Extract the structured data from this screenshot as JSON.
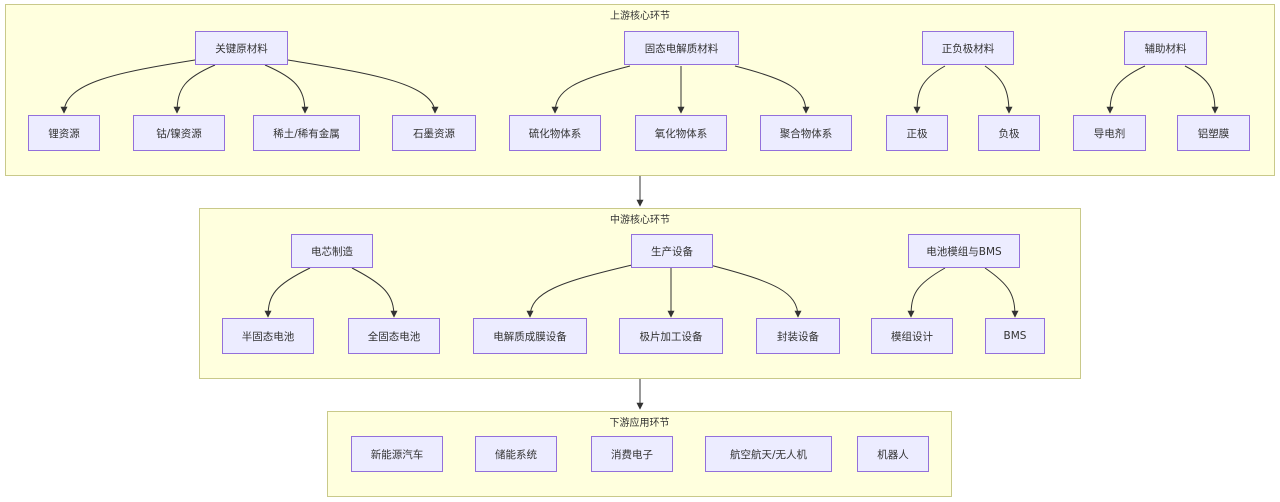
{
  "upstream": {
    "title": "上游核心环节",
    "groups": {
      "raw": {
        "label": "关键原材料",
        "children": [
          "锂资源",
          "钴/镍资源",
          "稀土/稀有金属",
          "石墨资源"
        ]
      },
      "electrolyte": {
        "label": "固态电解质材料",
        "children": [
          "硫化物体系",
          "氧化物体系",
          "聚合物体系"
        ]
      },
      "electrode": {
        "label": "正负极材料",
        "children": [
          "正极",
          "负极"
        ]
      },
      "aux": {
        "label": "辅助材料",
        "children": [
          "导电剂",
          "铝塑膜"
        ]
      }
    }
  },
  "midstream": {
    "title": "中游核心环节",
    "groups": {
      "cell": {
        "label": "电芯制造",
        "children": [
          "半固态电池",
          "全固态电池"
        ]
      },
      "equip": {
        "label": "生产设备",
        "children": [
          "电解质成膜设备",
          "极片加工设备",
          "封装设备"
        ]
      },
      "module": {
        "label": "电池模组与BMS",
        "children": [
          "模组设计",
          "BMS"
        ]
      }
    }
  },
  "downstream": {
    "title": "下游应用环节",
    "items": [
      "新能源汽车",
      "储能系统",
      "消费电子",
      "航空航天/无人机",
      "机器人"
    ]
  }
}
